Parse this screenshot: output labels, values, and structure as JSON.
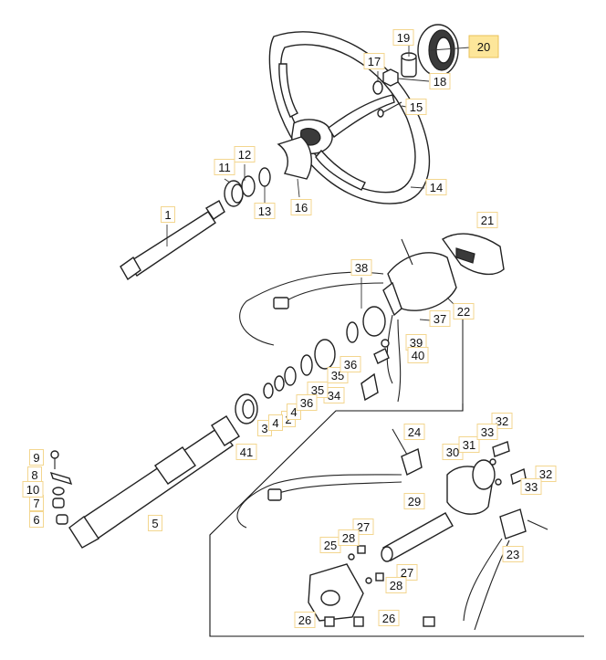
{
  "labels": [
    "1",
    "2",
    "3",
    "4",
    "5",
    "6",
    "7",
    "8",
    "9",
    "10",
    "11",
    "12",
    "13",
    "14",
    "15",
    "16",
    "17",
    "18",
    "19",
    "20",
    "21",
    "22",
    "23",
    "24",
    "25",
    "26",
    "27",
    "28",
    "29",
    "30",
    "31",
    "32",
    "33",
    "34",
    "35",
    "36",
    "37",
    "38",
    "39",
    "40",
    "41"
  ],
  "highlighted_label": "20",
  "colors": {
    "label_border": "#f3d68f",
    "highlight_fill": "#fde69a",
    "line": "#222222",
    "background": "#ffffff"
  }
}
